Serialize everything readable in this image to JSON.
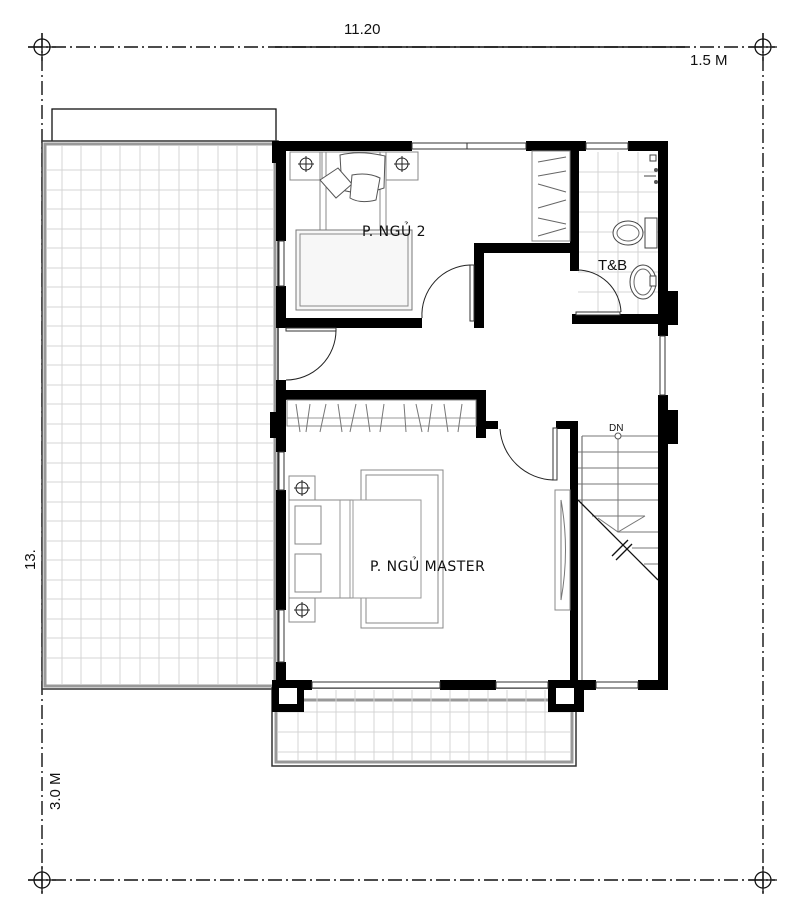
{
  "title": "Floor plan - upper floor",
  "dimensions": {
    "overall_width": "11.20",
    "top_right_setback": "1.5 M",
    "overall_length": "13.",
    "bottom_left_setback": "3.0 M"
  },
  "rooms": {
    "bedroom_2": "P. NGỦ 2",
    "master_bedroom": "P. NGỦ MASTER",
    "bathroom": "T&B",
    "stairs_direction": "DN"
  },
  "areas": [
    "terrace-left",
    "balcony-front",
    "corridor",
    "stairwell",
    "wardrobe-bedroom-2",
    "wardrobe-master"
  ],
  "colors": {
    "wall": "#000000",
    "tile_grid": "#d4d4d4",
    "background": "#ffffff"
  }
}
